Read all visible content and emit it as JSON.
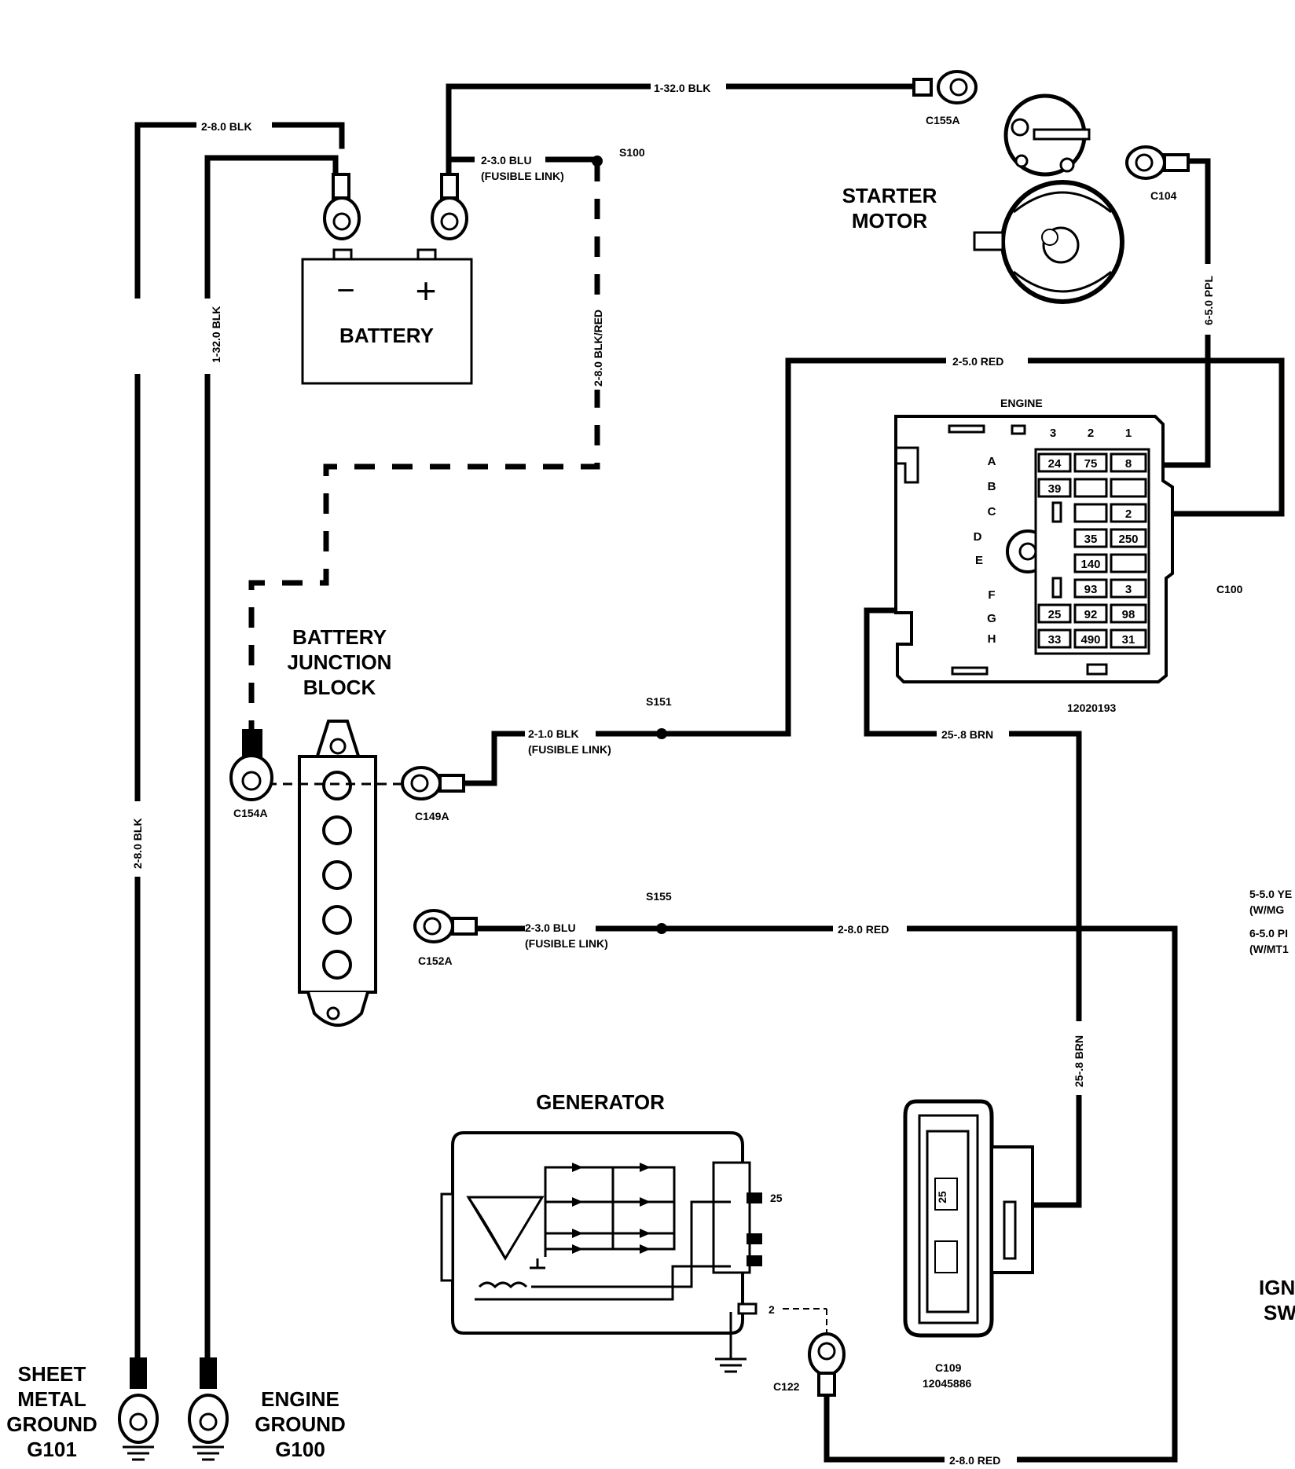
{
  "components": {
    "battery": "BATTERY",
    "battery_junction_block": [
      "BATTERY",
      "JUNCTION",
      "BLOCK"
    ],
    "starter_motor": [
      "STARTER",
      "MOTOR"
    ],
    "generator": "GENERATOR",
    "sheet_metal_ground": [
      "SHEET",
      "METAL",
      "GROUND",
      "G101"
    ],
    "engine_ground": [
      "ENGINE",
      "GROUND",
      "G100"
    ],
    "ignition_switch_partial": [
      "IGN",
      "SW"
    ],
    "engine_connector": "ENGINE"
  },
  "battery_symbols": {
    "minus": "−",
    "plus": "+"
  },
  "wires": {
    "w_blk_32_top": "1-32.0 BLK",
    "w_blk_8_top": "2-8.0 BLK",
    "w_blu_fusible": "2-3.0 BLU",
    "w_blu_fusible_note": "(FUSIBLE LINK)",
    "w_blk_red_dash": "2-8.0 BLK/RED",
    "w_blk_32_vert": "1-32.0 BLK",
    "w_blk_8_vert": "2-8.0 BLK",
    "w_ppl": "6-5.0 PPL",
    "w_red_5": "2-5.0 RED",
    "w_blk_1_fusible": "2-1.0 BLK",
    "w_blk_1_fusible_note": "(FUSIBLE LINK)",
    "w_brn_top": "25-.8 BRN",
    "w_brn_vert": "25-.8 BRN",
    "w_blu_s155": "2-3.0 BLU",
    "w_blu_s155_note": "(FUSIBLE LINK)",
    "w_red_8_mid": "2-8.0 RED",
    "w_red_8_bottom": "2-8.0 RED",
    "w_yel_partial": "5-5.0 YE",
    "w_yel_partial_note": "(W/MG",
    "w_pnk_partial": "6-5.0 PI",
    "w_pnk_partial_note": "(W/MT1"
  },
  "splices": {
    "s100": "S100",
    "s151": "S151",
    "s155": "S155"
  },
  "connectors": {
    "c155a": "C155A",
    "c104": "C104",
    "c154a": "C154A",
    "c149a": "C149A",
    "c152a": "C152A",
    "c100": "C100",
    "c100_part": "12020193",
    "c109": "C109",
    "c109_part": "12045886",
    "c122": "C122"
  },
  "generator_pins": {
    "pin25": "25",
    "pin2": "2"
  },
  "c109_pin": "25",
  "fuse_block": {
    "columns": [
      "3",
      "2",
      "1"
    ],
    "rows": [
      "A",
      "B",
      "C",
      "D",
      "E",
      "F",
      "G",
      "H"
    ],
    "cells": {
      "A": [
        "24",
        "75",
        "8"
      ],
      "B": [
        "39",
        "",
        ""
      ],
      "C": [
        "",
        "",
        "2"
      ],
      "D": [
        "",
        "35",
        "250"
      ],
      "E": [
        "",
        "140",
        ""
      ],
      "F": [
        "",
        "93",
        "3"
      ],
      "G": [
        "25",
        "92",
        "98"
      ],
      "H": [
        "33",
        "490",
        "31"
      ]
    }
  }
}
